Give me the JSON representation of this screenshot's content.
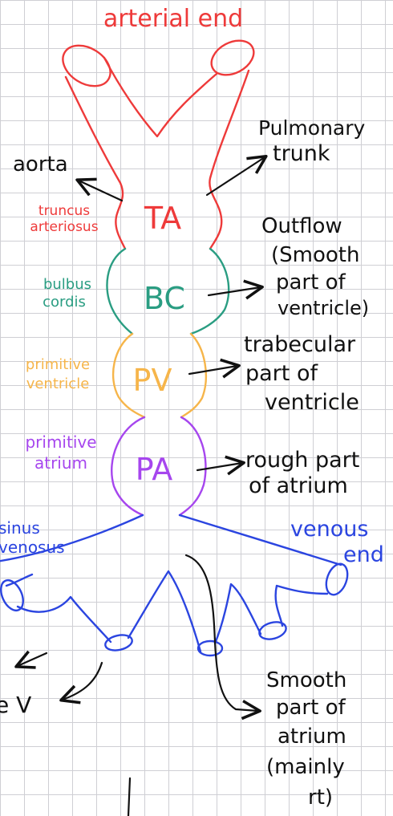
{
  "colors": {
    "truncus": "#ee3a3a",
    "bulbus": "#2a9d82",
    "ventricle": "#f6b54a",
    "atrium": "#a646ee",
    "sinus": "#2b45e0",
    "ink": "#111111"
  },
  "labels": {
    "arterial_end": "arterial end",
    "aorta": "aorta",
    "pulmonary_line1": "Pulmonary",
    "pulmonary_line2": "trunk",
    "truncus_line1": "truncus",
    "truncus_line2": "arteriosus",
    "ta": "TA",
    "outflow_line1": "Outflow",
    "outflow_line2": "(Smooth",
    "outflow_line3": "part of",
    "outflow_line4": "ventricle)",
    "bulbus_line1": "bulbus",
    "bulbus_line2": "cordis",
    "bc": "BC",
    "trabecular_line1": "trabecular",
    "trabecular_line2": "part of",
    "trabecular_line3": "ventricle",
    "prim_ventricle_line1": "primitive",
    "prim_ventricle_line2": "ventricle",
    "pv": "PV",
    "prim_atrium_line1": "primitive",
    "prim_atrium_line2": "atrium",
    "pa": "PA",
    "rough_line1": "rough part",
    "rough_line2": "of atrium",
    "sinus_line1": "sinus",
    "sinus_line2": "venosus",
    "venous_line1": "venous",
    "venous_line2": "end",
    "smooth_line1": "Smooth",
    "smooth_line2": "part of",
    "smooth_line3": "atrium",
    "smooth_line4": "(mainly",
    "smooth_line5": "rt)",
    "lower_left": "e V"
  }
}
